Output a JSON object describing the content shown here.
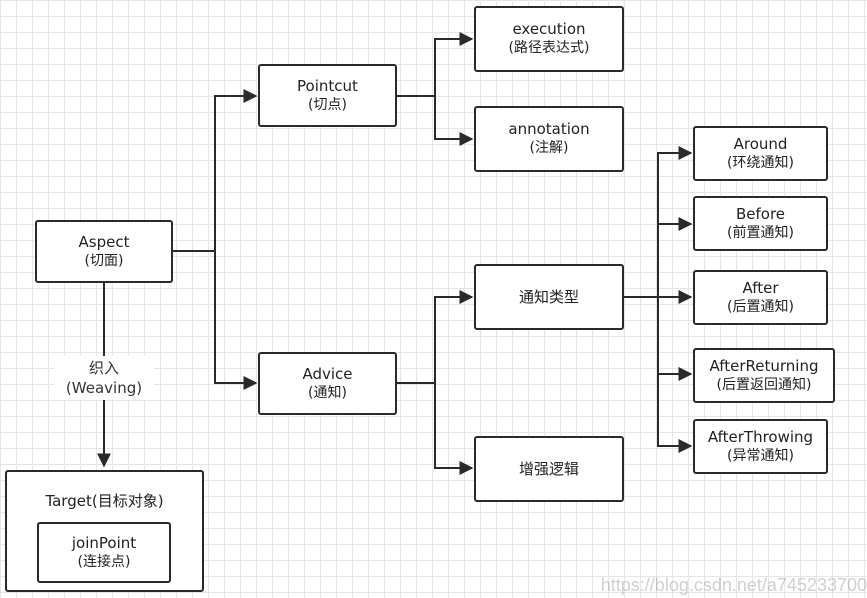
{
  "aspect": {
    "title": "Aspect",
    "subtitle": "(切面)"
  },
  "pointcut": {
    "title": "Pointcut",
    "subtitle": "(切点)"
  },
  "execution": {
    "title": "execution",
    "subtitle": "(路径表达式)"
  },
  "annotation": {
    "title": "annotation",
    "subtitle": "(注解)"
  },
  "advice": {
    "title": "Advice",
    "subtitle": "(通知)"
  },
  "advice_types": {
    "title": "通知类型"
  },
  "enhancement_logic": {
    "title": "增强逻辑"
  },
  "around": {
    "title": "Around",
    "subtitle": "(环绕通知)"
  },
  "before": {
    "title": "Before",
    "subtitle": "(前置通知)"
  },
  "after": {
    "title": "After",
    "subtitle": "(后置通知)"
  },
  "after_returning": {
    "title": "AfterReturning",
    "subtitle": "(后置返回通知)"
  },
  "after_throwing": {
    "title": "AfterThrowing",
    "subtitle": "(异常通知)"
  },
  "weaving": {
    "line1": "织入",
    "line2": "(Weaving)"
  },
  "target": {
    "title": "Target(目标对象)"
  },
  "join_point": {
    "title": "joinPoint",
    "subtitle": "(连接点)"
  },
  "watermark": "https://blog.csdn.net/a745233700",
  "colors": {
    "stroke": "#2a2a2a",
    "grid": "#e6e6e6",
    "background": "#ffffff"
  }
}
